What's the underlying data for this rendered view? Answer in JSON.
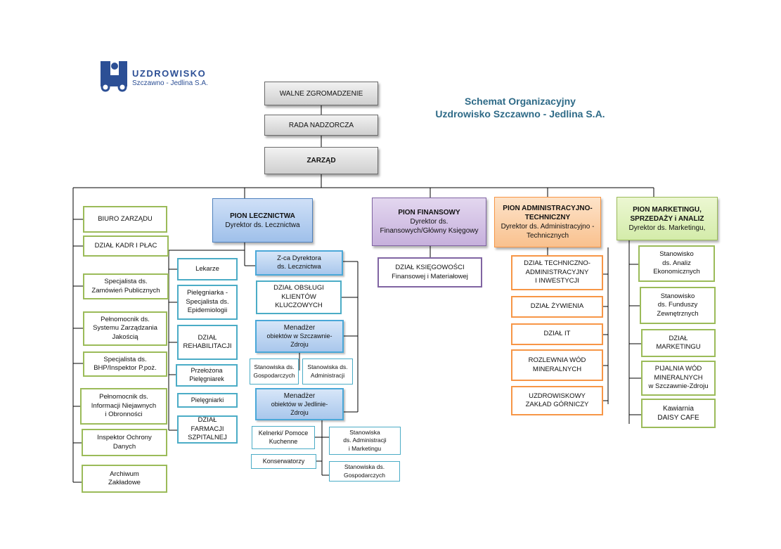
{
  "logo": {
    "brand": "UZDROWISKO",
    "subtitle": "Szczawno - Jedlina S.A."
  },
  "title": {
    "line1": "Schemat Organizacyjny",
    "line2": "Uzdrowisko Szczawno - Jedlina S.A."
  },
  "governance": {
    "walne": "WALNE  ZGROMADZENIE",
    "rada": "RADA NADZORCZA",
    "zarzad": "ZARZĄD"
  },
  "zarzad_units": [
    [
      "BIURO ZARZĄDU"
    ],
    [
      "DZIAŁ KADR I PŁAC"
    ],
    [
      "Specjalista ds.",
      "Zamówień Publicznych"
    ],
    [
      "Pełnomocnik ds.",
      "Systemu Zarządzania",
      "Jakością"
    ],
    [
      "Specjalista ds.",
      "BHP/Inspektor P.poż."
    ],
    [
      "Pełnomocnik ds.",
      "Informacji Niejawnych",
      "i Obronności"
    ],
    [
      "Inspektor Ochrony",
      "Danych"
    ],
    [
      "Archiwum",
      "Zakładowe"
    ]
  ],
  "lecznictwo": {
    "head": {
      "title": "PION LECZNICTWA",
      "sub": "Dyrektor ds. Lecznictwa"
    },
    "left": [
      [
        "Lekarze"
      ],
      [
        "Pielęgniarka -",
        "Specjalista ds.",
        "Epidemiologii"
      ],
      [
        "DZIAŁ",
        "REHABILITACJI"
      ],
      [
        "Przełożona",
        "Pielęgniarek"
      ],
      [
        "Pielęgniarki"
      ],
      [
        "DZIAŁ FARMACJI",
        "SZPITALNEJ"
      ]
    ],
    "zca": [
      "Z-ca Dyrektora",
      "ds. Lecznictwa"
    ],
    "obslugi": [
      "DZIAŁ OBSŁUGI",
      "KLIENTÓW",
      "KLUCZOWYCH"
    ],
    "manager1": [
      "Menadżer",
      "obiektów w Szczawnie-",
      "Zdroju"
    ],
    "m1_sub": [
      [
        "Stanowiska ds.",
        "Gospodarczych"
      ],
      [
        "Stanowiska ds.",
        "Administracji"
      ]
    ],
    "manager2": [
      "Menadżer",
      "obiektów w Jedlinie-",
      "Zdroju"
    ],
    "m2_sub": [
      [
        "Kelnerki/ Pomoce",
        "Kuchenne"
      ],
      [
        "Stanowiska",
        "ds. Administracji",
        "i Marketingu"
      ],
      [
        "Konserwatorzy"
      ],
      [
        "Stanowiska ds.",
        "Gospodarczych"
      ]
    ]
  },
  "finansowy": {
    "head": {
      "title": "PION FINANSOWY",
      "sub1": "Dyrektor ds.",
      "sub2": "Finansowych/Główny Księgowy"
    },
    "units": [
      [
        "DZIAŁ KSIĘGOWOŚCI",
        "Finansowej i  Materiałowej"
      ]
    ]
  },
  "administracyjny": {
    "head": {
      "title1": "PION  ADMINISTRACYJNO-",
      "title2": "TECHNICZNY",
      "sub1": "Dyrektor ds. Administracyjno -",
      "sub2": "Technicznych"
    },
    "units": [
      [
        "DZIAŁ TECHNICZNO-",
        "ADMINISTRACYJNY",
        "I INWESTYCJI"
      ],
      [
        "DZIAŁ ŻYWIENIA"
      ],
      [
        "DZIAŁ IT"
      ],
      [
        "ROZLEWNIA WÓD",
        "MINERALNYCH"
      ],
      [
        "UZDROWISKOWY",
        "ZAKŁAD GÓRNICZY"
      ]
    ]
  },
  "marketing": {
    "head": {
      "title1": "PION  MARKETINGU,",
      "title2": "SPRZEDAŻY i ANALIZ",
      "sub": "Dyrektor ds. Marketingu,"
    },
    "units": [
      [
        "Stanowisko",
        "ds. Analiz",
        "Ekonomicznych"
      ],
      [
        "Stanowisko",
        "ds. Funduszy",
        "Zewnętrznych"
      ],
      [
        "DZIAŁ",
        "MARKETINGU"
      ],
      [
        "PIJALNIA WÓD",
        "MINERALNYCH",
        "w Szczawnie-Zdroju"
      ],
      [
        "Kawiarnia",
        "DAISY CAFE"
      ]
    ]
  },
  "colors": {
    "green": "#9bbb59",
    "cyan": "#4bacc6",
    "purple": "#8064a2",
    "orange": "#f79646",
    "blue": "#4f81bd",
    "title": "#2e6a87"
  }
}
